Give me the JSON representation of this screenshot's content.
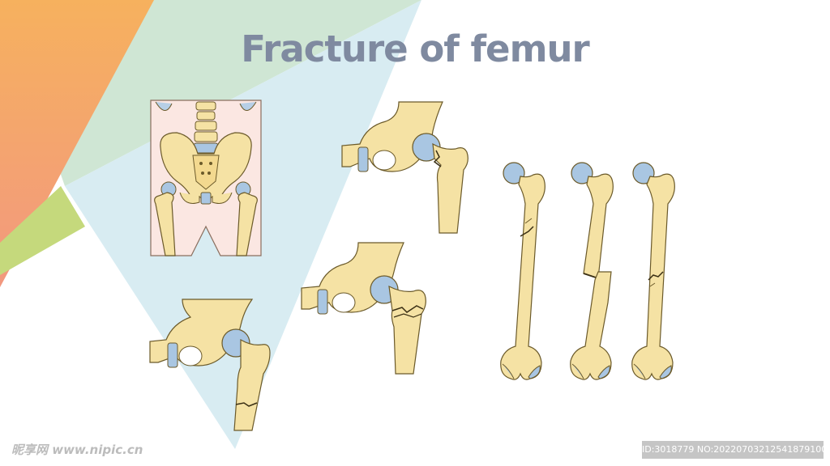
{
  "slide": {
    "title": "Fracture of femur"
  },
  "watermark": {
    "site": "昵享网 www.nipic.cn",
    "id_text": "ID:3018779 NO:20220703212541879100"
  },
  "colors": {
    "title": "#7f8aa0",
    "bone_fill": "#f5e2a4",
    "bone_outline": "#6b5a2a",
    "cartilage": "#a9c6e2",
    "skin": "#fbe7e2",
    "bg_orange": "#f4a868",
    "bg_green": "#c9e2d2",
    "bg_blue": "#d7ebf0",
    "bg_lime": "#c3d77a"
  },
  "panels": [
    {
      "name": "pelvis-overview"
    },
    {
      "name": "hip-neck-fracture"
    },
    {
      "name": "hip-intertrochanteric-fracture"
    },
    {
      "name": "hip-subtrochanteric-fracture"
    },
    {
      "name": "femur-shaft-oblique-fracture"
    },
    {
      "name": "femur-shaft-complete-fracture"
    },
    {
      "name": "femur-shaft-distal-fracture"
    }
  ]
}
